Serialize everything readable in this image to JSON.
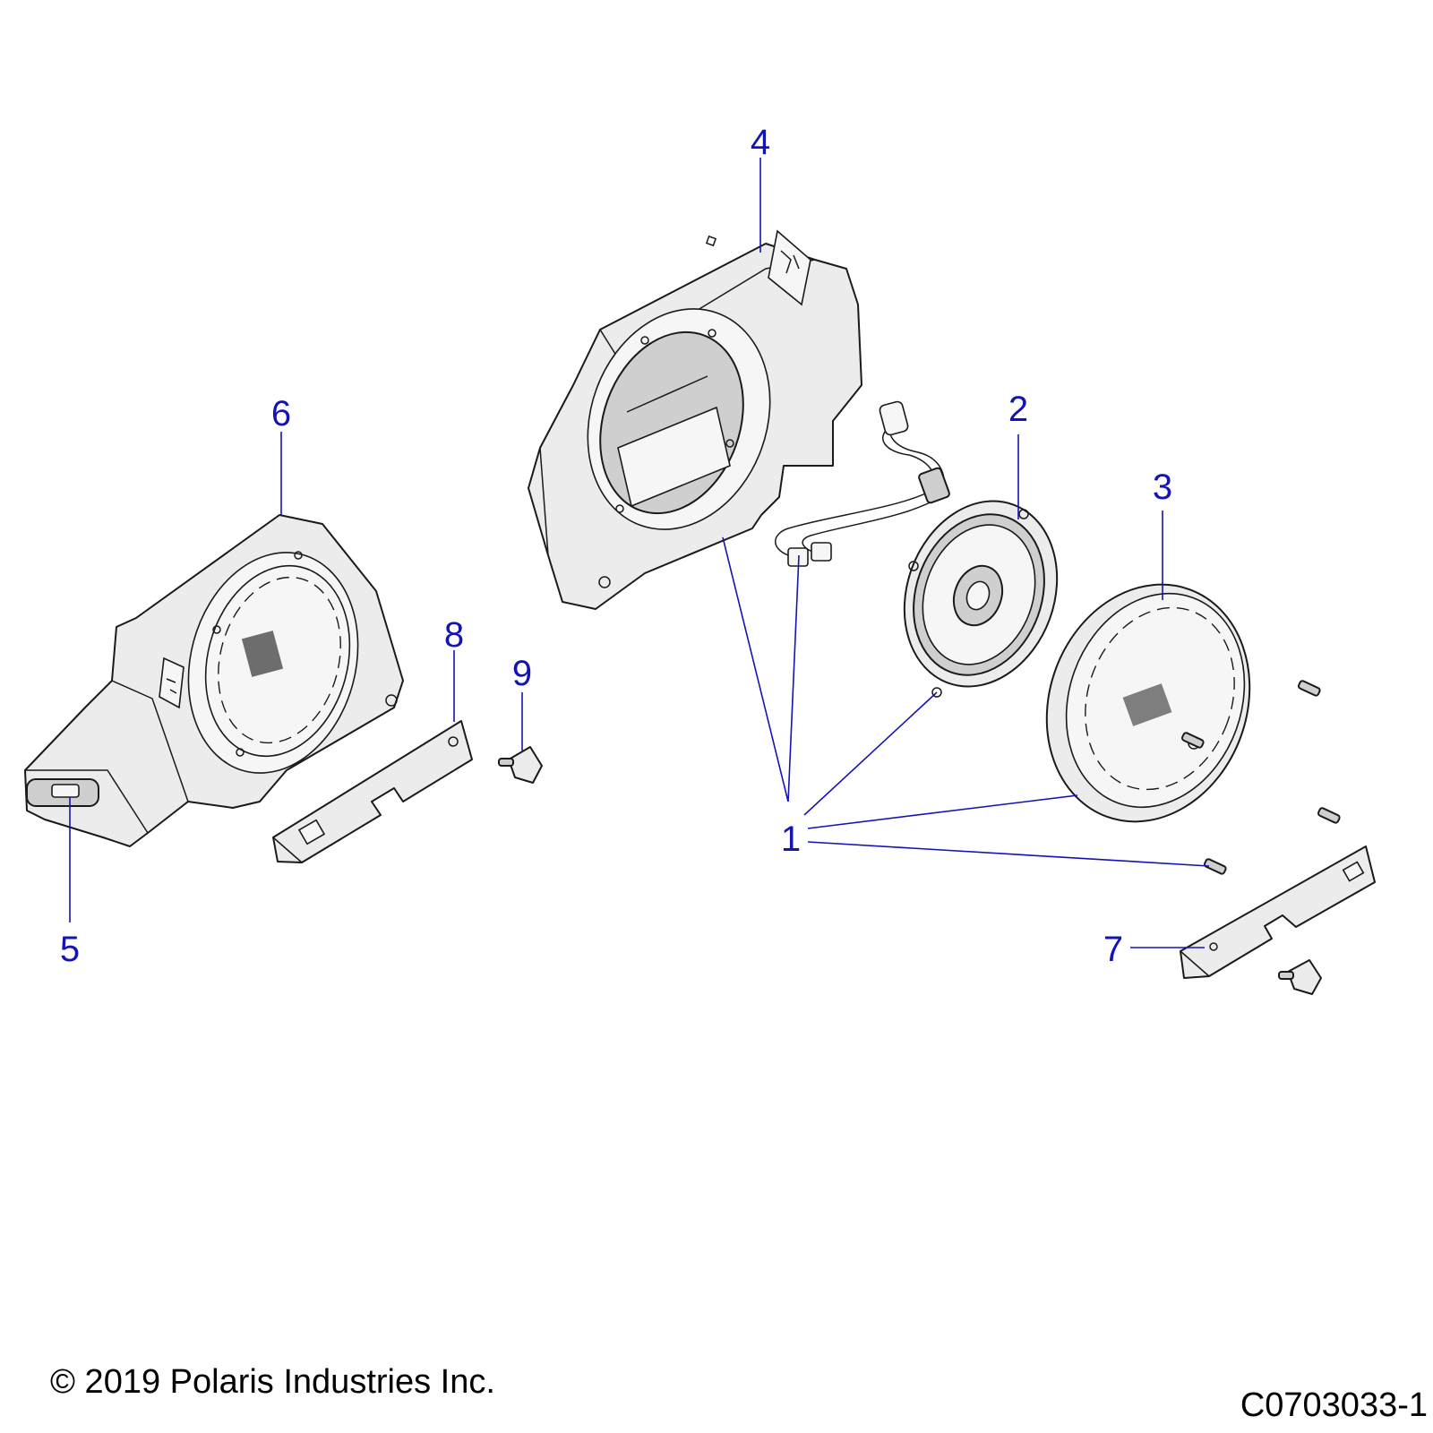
{
  "callouts": {
    "c1": "1",
    "c2": "2",
    "c3": "3",
    "c4": "4",
    "c5": "5",
    "c6": "6",
    "c7": "7",
    "c8": "8",
    "c9": "9"
  },
  "footer": {
    "copyright": "© 2019 Polaris Industries Inc.",
    "drawing_id": "C0703033-1"
  },
  "colors": {
    "callout": "#1414b4",
    "outline": "#1a1a1a",
    "fill": "#ececec"
  }
}
